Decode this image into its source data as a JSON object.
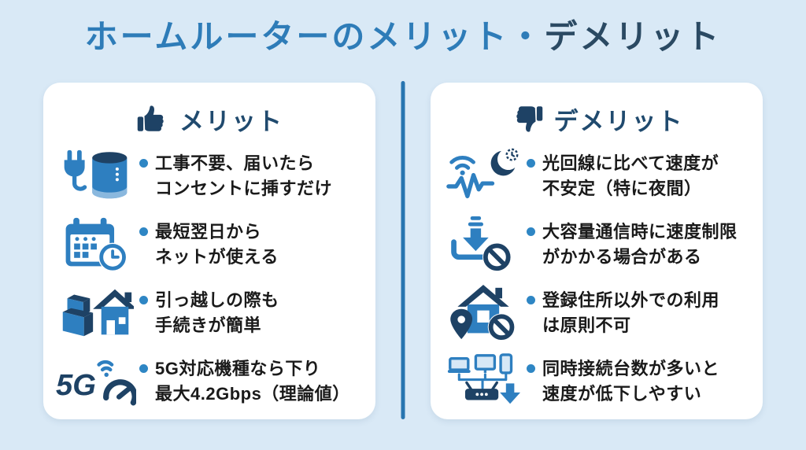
{
  "page": {
    "title_part1": "ホームルーターのメリット・",
    "title_part2": "デメリット"
  },
  "colors": {
    "background": "#d9e9f6",
    "panel": "#ffffff",
    "title_blue": "#2e7cb8",
    "title_dark": "#2b4a63",
    "header_navy": "#204a6e",
    "icon_blue": "#2e7fc0",
    "icon_navy": "#1e4265",
    "divider": "#2875b0",
    "bullet": "#2e86c4",
    "body_text": "#1a1a1a"
  },
  "merits": {
    "header": "メリット",
    "header_icon": "thumbs-up-icon",
    "items": [
      {
        "icon": "plug-router-icon",
        "line1": "工事不要、届いたら",
        "line2": "コンセントに挿すだけ"
      },
      {
        "icon": "calendar-clock-icon",
        "line1": "最短翌日から",
        "line2": "ネットが使える"
      },
      {
        "icon": "moving-boxes-house-icon",
        "line1": "引っ越しの際も",
        "line2": "手続きが簡単"
      },
      {
        "icon": "5g-speedometer-icon",
        "line1": "5G対応機種なら下り",
        "line2": "最大4.2Gbps（理論値）"
      }
    ]
  },
  "demerits": {
    "header": "デメリット",
    "header_icon": "thumbs-down-icon",
    "items": [
      {
        "icon": "unstable-signal-night-icon",
        "line1": "光回線に比べて速度が",
        "line2": "不安定（特に夜間）"
      },
      {
        "icon": "download-restricted-icon",
        "line1": "大容量通信時に速度制限",
        "line2": "がかかる場合がある"
      },
      {
        "icon": "home-address-restricted-icon",
        "line1": "登録住所以外での利用",
        "line2": "は原則不可"
      },
      {
        "icon": "multi-device-slowdown-icon",
        "line1": "同時接続台数が多いと",
        "line2": "速度が低下しやすい"
      }
    ]
  }
}
